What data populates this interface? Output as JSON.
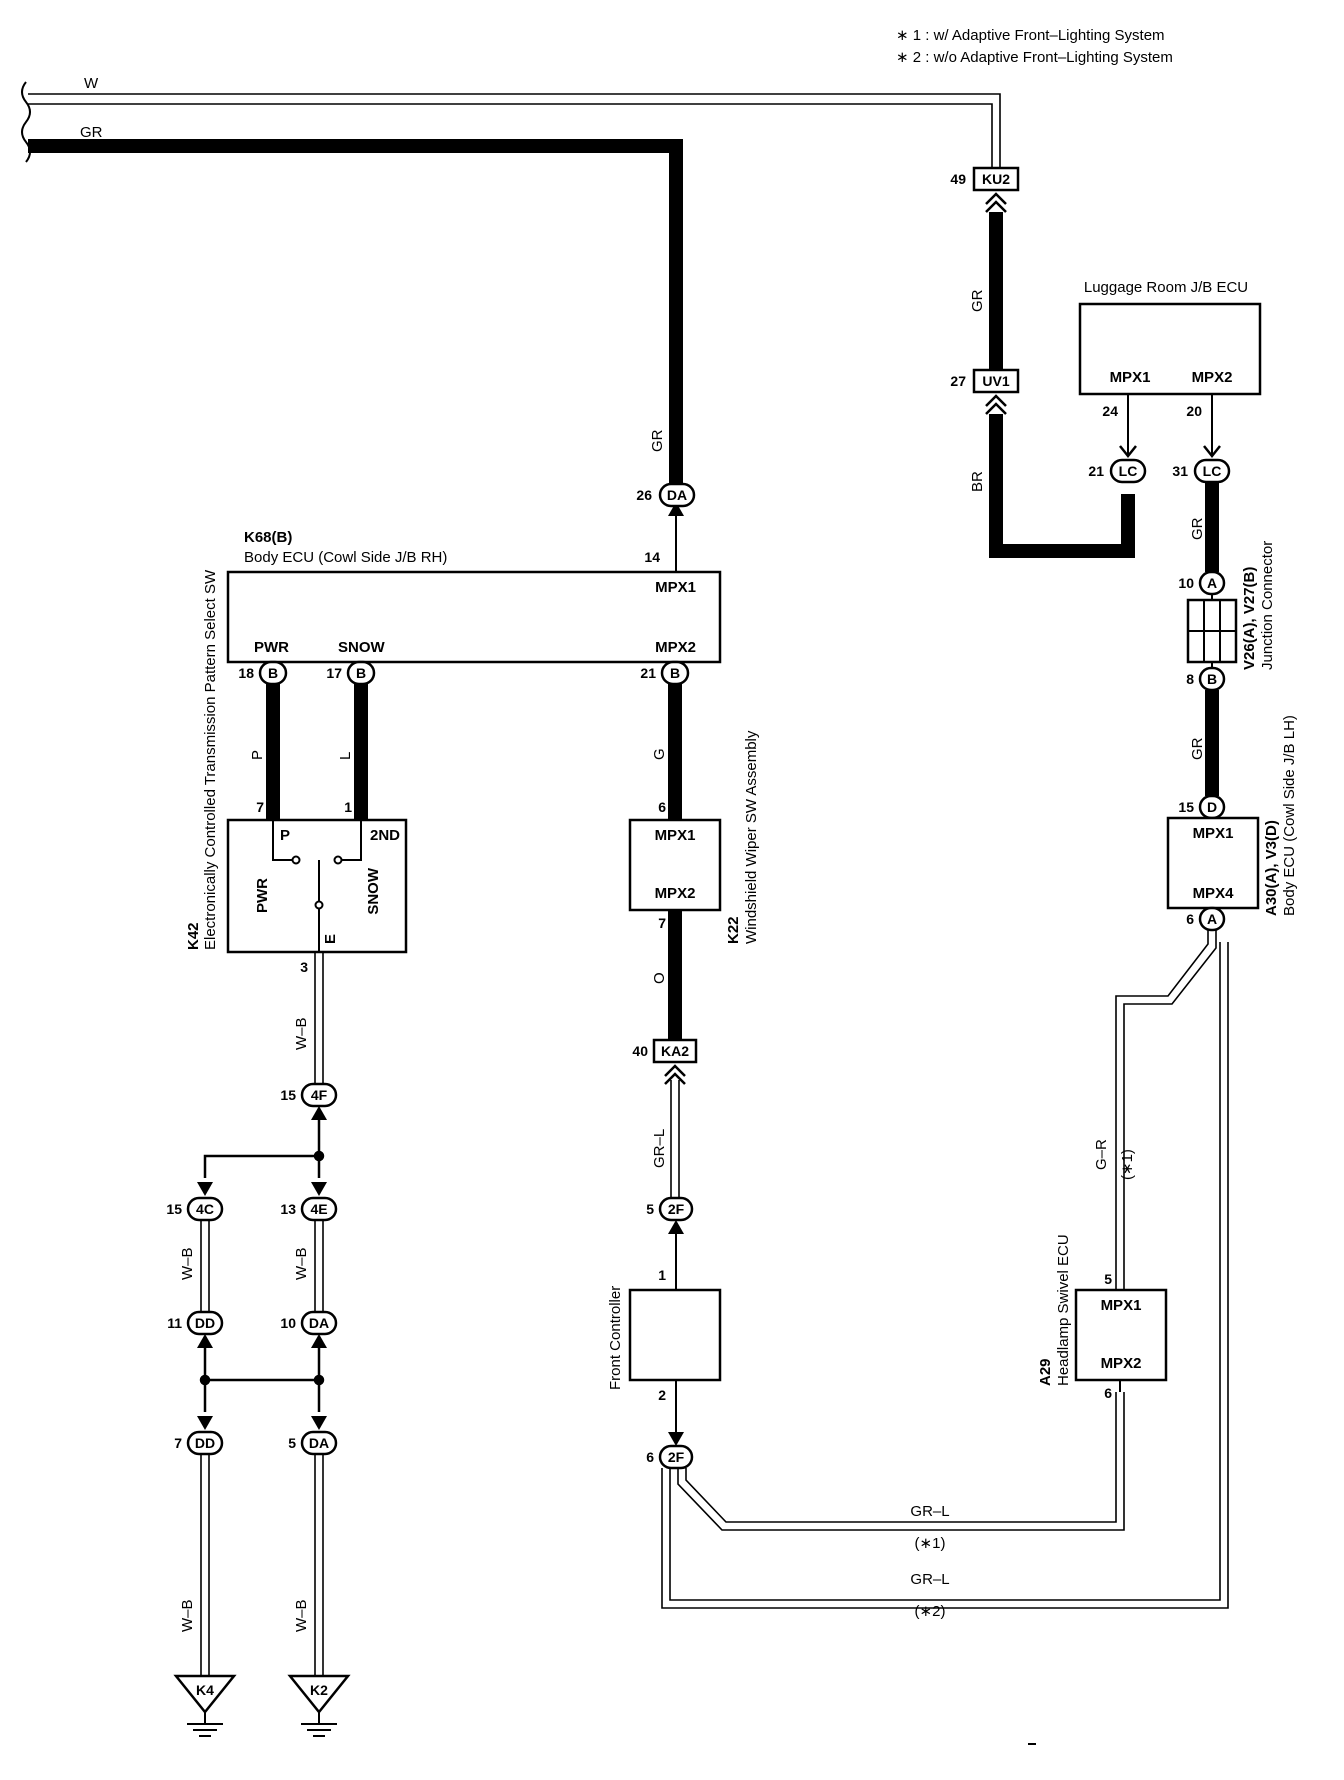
{
  "notes": [
    "∗ 1 : w/ Adaptive Front–Lighting System",
    "∗ 2 : w/o Adaptive Front–Lighting System"
  ],
  "wires": {
    "w_top": "W",
    "gr_top": "GR",
    "gr_da": "GR",
    "p": "P",
    "l": "L",
    "g": "G",
    "o": "O",
    "grl_mid": "GR–L",
    "wb_k42": "W–B",
    "wb_4c": "W–B",
    "wb_4e": "W–B",
    "wb_k4": "W–B",
    "wb_k2": "W–B",
    "gr_ku2": "GR",
    "br": "BR",
    "gr_lc": "GR",
    "gr_v26": "GR",
    "gr_r": "G–R",
    "gr_r_note": "(∗1)",
    "grl_1": "GR–L",
    "grl_1_note": "(∗1)",
    "grl_2": "GR–L",
    "grl_2_note": "(∗2)"
  },
  "components": {
    "body_ecu_rh": {
      "code": "K68(B)",
      "name": "Body ECU (Cowl Side J/B RH)",
      "mpx1": "MPX1",
      "mpx2": "MPX2",
      "pwr": "PWR",
      "snow": "SNOW",
      "pin14": "14"
    },
    "k42": {
      "code": "K42",
      "name1": "Electronically Controlled Transmission Pattern Select SW",
      "p": "P",
      "nd": "2ND",
      "pwr": "PWR",
      "snow": "SNOW",
      "e": "E",
      "pin7": "7",
      "pin1": "1",
      "pin3": "3"
    },
    "k22": {
      "code": "K22",
      "name": "Windshield Wiper SW Assembly",
      "mpx1": "MPX1",
      "mpx2": "MPX2",
      "pin6": "6",
      "pin7": "7"
    },
    "front_ctrl": {
      "name": "Front Controller",
      "pin1": "1",
      "pin2": "2"
    },
    "luggage": {
      "name": "Luggage Room J/B ECU",
      "mpx1": "MPX1",
      "mpx2": "MPX2",
      "pin24": "24",
      "pin20": "20"
    },
    "junction": {
      "code": "V26(A), V27(B)",
      "name": "Junction Connector"
    },
    "body_ecu_lh": {
      "code": "A30(A), V3(D)",
      "name": "Body ECU (Cowl Side J/B LH)",
      "mpx1": "MPX1",
      "mpx4": "MPX4"
    },
    "a29": {
      "code": "A29",
      "name": "Headlamp Swivel ECU",
      "mpx1": "MPX1",
      "mpx2": "MPX2",
      "pin5": "5",
      "pin6": "6"
    }
  },
  "connectors": {
    "da26": {
      "pin": "26",
      "code": "DA"
    },
    "b18": {
      "pin": "18",
      "code": "B"
    },
    "b17": {
      "pin": "17",
      "code": "B"
    },
    "b21": {
      "pin": "21",
      "code": "B"
    },
    "ku2": {
      "pin": "49",
      "code": "KU2"
    },
    "uv1": {
      "pin": "27",
      "code": "UV1"
    },
    "lc21": {
      "pin": "21",
      "code": "LC"
    },
    "lc31": {
      "pin": "31",
      "code": "LC"
    },
    "a10": {
      "pin": "10",
      "code": "A"
    },
    "b8": {
      "pin": "8",
      "code": "B"
    },
    "d15": {
      "pin": "15",
      "code": "D"
    },
    "a6": {
      "pin": "6",
      "code": "A"
    },
    "ka2": {
      "pin": "40",
      "code": "KA2"
    },
    "f2_5": {
      "pin": "5",
      "code": "2F"
    },
    "f2_6": {
      "pin": "6",
      "code": "2F"
    },
    "f4_15": {
      "pin": "15",
      "code": "4F"
    },
    "c4_15": {
      "pin": "15",
      "code": "4C"
    },
    "e4_13": {
      "pin": "13",
      "code": "4E"
    },
    "dd11": {
      "pin": "11",
      "code": "DD"
    },
    "da10": {
      "pin": "10",
      "code": "DA"
    },
    "dd7": {
      "pin": "7",
      "code": "DD"
    },
    "da5": {
      "pin": "5",
      "code": "DA"
    }
  },
  "grounds": {
    "k4": "K4",
    "k2": "K2"
  }
}
